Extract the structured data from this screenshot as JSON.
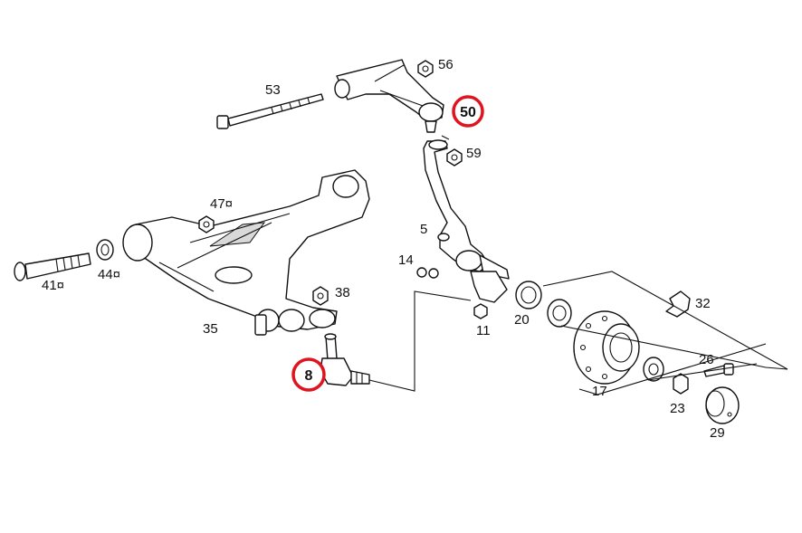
{
  "diagram": {
    "labels": {
      "p53": "53",
      "p56": "56",
      "p50": "50",
      "p59": "59",
      "p47": "47¤",
      "p5": "5",
      "p41": "41¤",
      "p44": "44¤",
      "p14": "14",
      "p38": "38",
      "p32": "32",
      "p35": "35",
      "p11": "11",
      "p20": "20",
      "p8": "8",
      "p26": "26",
      "p17": "17",
      "p23": "23",
      "p29": "29"
    },
    "highlight_color": "#e0141e",
    "line_color": "#111111",
    "highlighted_parts": [
      "p50",
      "p8"
    ]
  }
}
